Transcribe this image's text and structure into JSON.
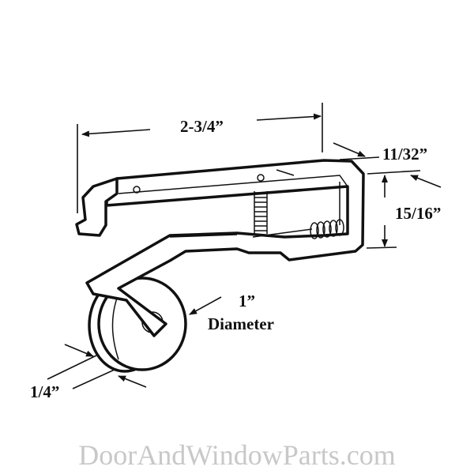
{
  "dimensions": {
    "length": "2-3/4”",
    "width": "11/32”",
    "height": "15/16”",
    "wheel_diameter": "1”",
    "wheel_diameter_caption": "Diameter",
    "wheel_width": "1/4”"
  },
  "watermark": "DoorAndWindowParts.com"
}
